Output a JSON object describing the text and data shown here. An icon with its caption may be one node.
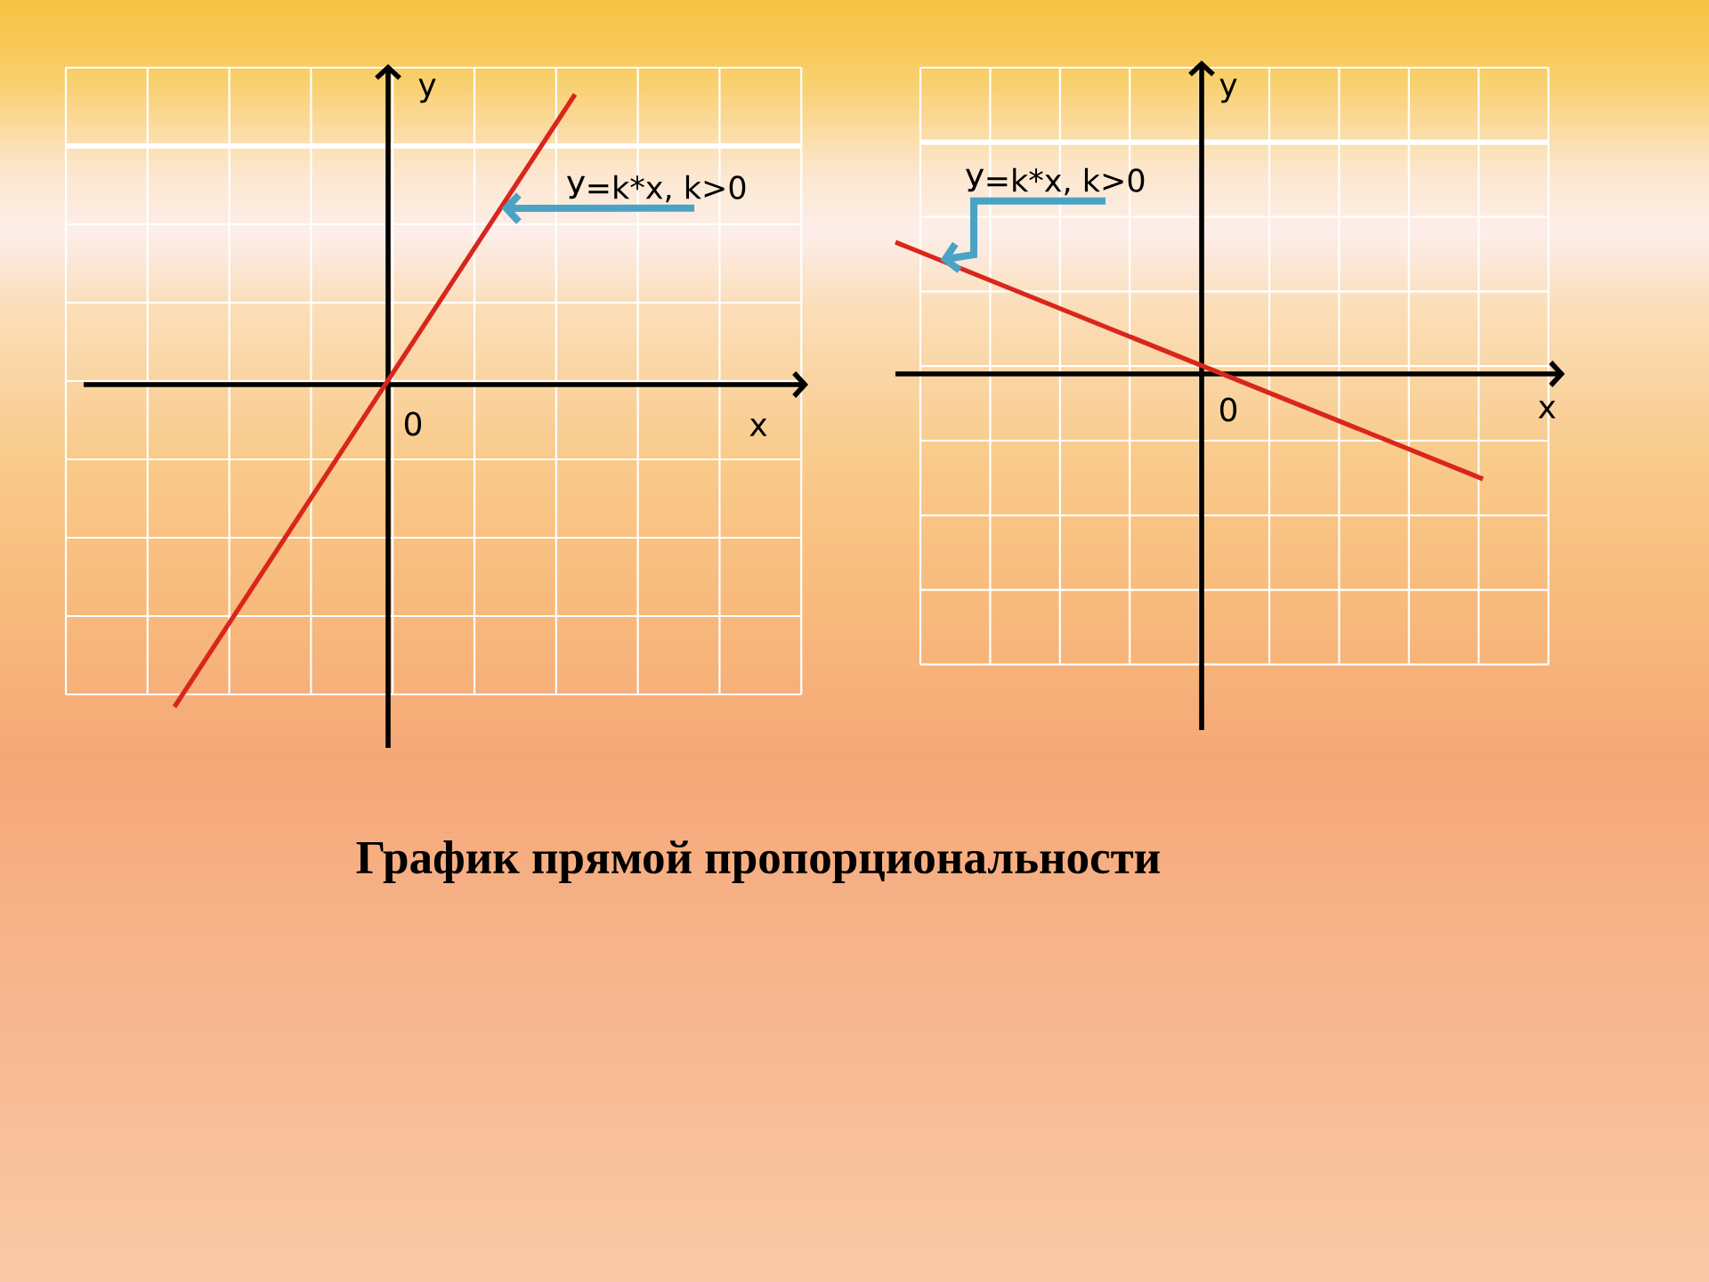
{
  "diagram": {
    "caption": "График прямой пропорциональности",
    "nodes": [
      {
        "text": [
          "У=k*x, k>0"
        ]
      },
      {
        "text": [],
        "shape": "line"
      },
      {
        "text": [
          "У=k*x, k>0"
        ]
      },
      {
        "text": [],
        "shape": "line"
      }
    ],
    "edges": [
      {
        "from": 0,
        "to": 1,
        "arrow": "to"
      },
      {
        "from": 2,
        "to": 3,
        "arrow": "to"
      }
    ],
    "labels": [
      "y",
      "0",
      "x",
      "y",
      "0",
      "x"
    ]
  }
}
